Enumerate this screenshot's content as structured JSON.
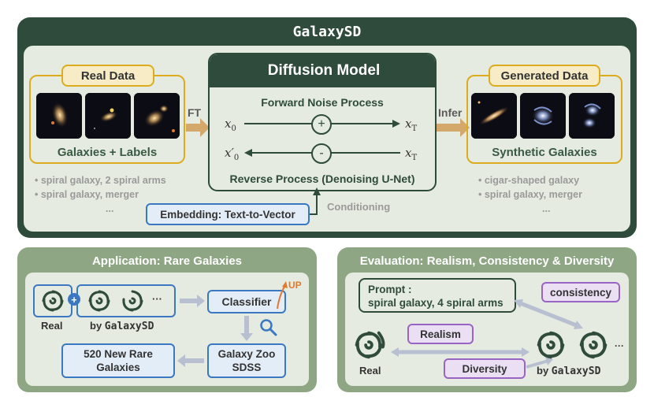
{
  "main": {
    "title": "GalaxySD",
    "real_data": {
      "title": "Real Data",
      "caption": "Galaxies + Labels",
      "labels": [
        "spiral galaxy, 2 spiral arms",
        "spiral galaxy, merger",
        "..."
      ]
    },
    "ft_label": "FT",
    "diffusion": {
      "title": "Diffusion Model",
      "forward": "Forward Noise Process",
      "reverse": "Reverse Process (Denoising U-Net)",
      "x0": "x",
      "x0_sub": "0",
      "x0p": "x′",
      "x0p_sub": "0",
      "xt": "x",
      "xt_sub": "T",
      "plus": "+",
      "minus": "-"
    },
    "infer_label": "Infer",
    "generated": {
      "title": "Generated Data",
      "caption": "Synthetic Galaxies",
      "labels": [
        "cigar-shaped galaxy",
        "spiral galaxy, merger",
        "..."
      ]
    },
    "embedding": "Embedding: Text-to-Vector",
    "conditioning": "Conditioning"
  },
  "application": {
    "title": "Application: Rare Galaxies",
    "real": "Real",
    "by": "by",
    "by_model": "GalaxySD",
    "ellipsis": "···",
    "classifier": "Classifier",
    "up": "UP",
    "zoo_line1": "Galaxy Zoo",
    "zoo_line2": "SDSS",
    "new_line1": "520 New Rare",
    "new_line2": "Galaxies"
  },
  "evaluation": {
    "title": "Evaluation: Realism, Consistency & Diversity",
    "prompt_line1": "Prompt :",
    "prompt_line2": "spiral galaxy, 4 spiral arms",
    "consistency": "consistency",
    "realism": "Realism",
    "diversity": "Diversity",
    "real": "Real",
    "by": "by",
    "by_model": "GalaxySD",
    "ellipsis": "···"
  },
  "colors": {
    "dark_green": "#2f4b3c",
    "panel_light": "#e5ebe0",
    "sage": "#8fa685",
    "gold": "#dcac1e",
    "blue": "#3a78c2",
    "purple": "#9a64c4",
    "orange": "#e07a2e"
  }
}
